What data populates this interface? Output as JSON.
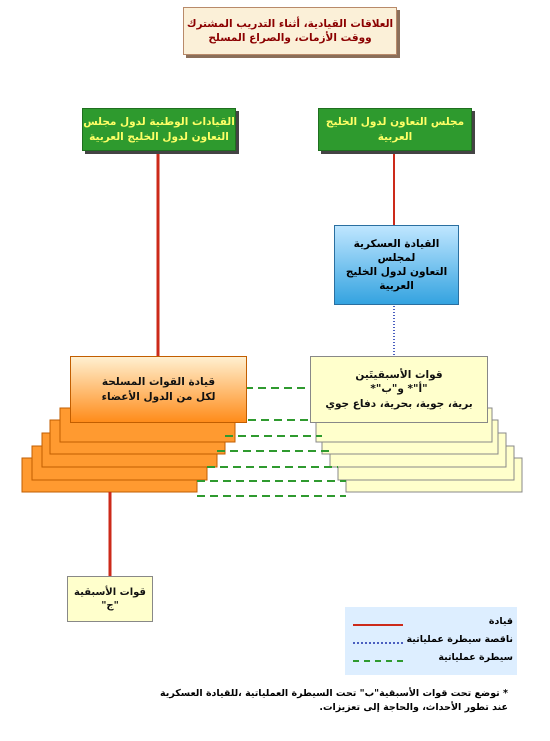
{
  "title": {
    "line1": "العلاقات القيادية، أثناء التدريب المشترك",
    "line2": "ووقت الأزمات، والصراع المسلح"
  },
  "boxes": {
    "national_commands": {
      "line1": "القيادات الوطنية لدول مجلس",
      "line2": "التعاون لدول الخليج العربية"
    },
    "gcc_council": {
      "line1": "مجلس التعاون لدول الخليج",
      "line2": "العربية"
    },
    "gcc_military_command": {
      "line1": "القيادة العسكرية",
      "line2": "لمجلس",
      "line3": "التعاون لدول الخليج",
      "line4": "العربية"
    },
    "armed_forces_command": {
      "line1": "قيادة القوات المسلحة",
      "line2": "لكل من الدول الأعضاء"
    },
    "forces_ab": {
      "line1": "قوات الأسبقيتَين",
      "line2": "\"أ\"* و\"ب\"*",
      "line3": "برية، جوية، بحرية، دفاع جوي"
    },
    "forces_c": {
      "line1": "قوات الأسبقية",
      "line2": "\"ج\""
    }
  },
  "legend": {
    "command": "قيادة",
    "incomplete_operational_control": "ناقصة سيطرة عملياتية",
    "operational_control": "سيطرة عملياتية"
  },
  "footnote": {
    "line1": "* توضع تحت قوات الأسبقية\"ب\" تحت السيطرة العملياتية ،للقيادة العسكرية",
    "line2": "عند تطور الأحداث، والحاجة إلى تعزيزات."
  },
  "colors": {
    "command_line": "#cc2a1a",
    "incomplete_control_line": "#4a5fc0",
    "operational_control_line": "#2f9a2f",
    "green_box": "#2e9a2e",
    "orange_box": "#ff8c1a",
    "cream_box": "#ffffcc",
    "blue_box": "#34a3e0"
  }
}
